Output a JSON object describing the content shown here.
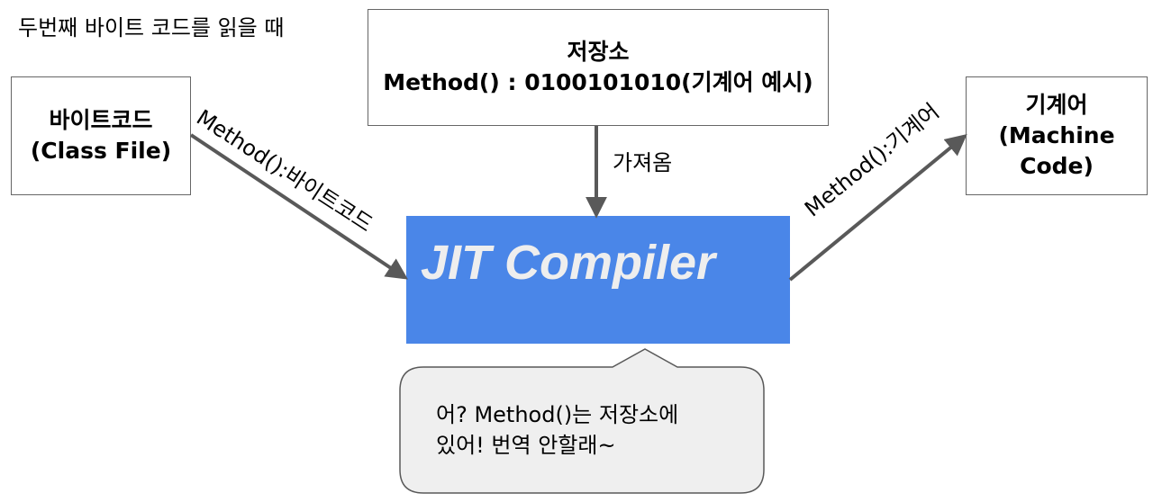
{
  "caption": "두번째 바이트 코드를 읽을 때",
  "bytecode_box": {
    "line1": "바이트코드",
    "line2": "(Class File)"
  },
  "storage_box": {
    "line1": "저장소",
    "line2": "Method() : 0100101010(기계어 예시)"
  },
  "machine_box": {
    "line1": "기계어",
    "line2": "(Machine",
    "line3": "Code)"
  },
  "jit": {
    "title": "JIT Compiler",
    "fill_color": "#4a86e8"
  },
  "edges": {
    "bytecode_to_jit": "Method():바이트코드",
    "storage_to_jit": "가져옴",
    "jit_to_machine": "Method():기계어"
  },
  "callout": {
    "line1": "어? Method()는 저장소에",
    "line2": "있어!  번역 안할래~",
    "fill_color": "#efefef"
  },
  "colors": {
    "arrow": "#595959",
    "border": "#666666"
  }
}
